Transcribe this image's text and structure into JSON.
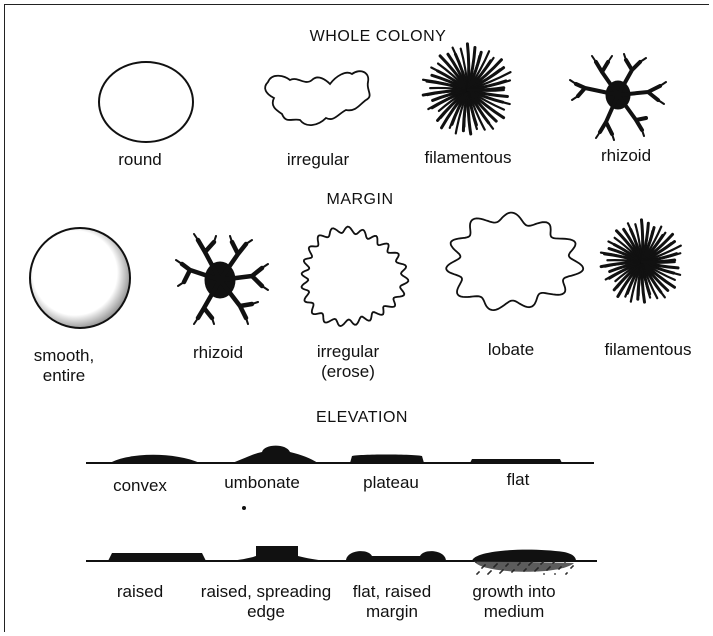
{
  "sections": {
    "whole_colony": {
      "title": "WHOLE COLONY",
      "items": [
        "round",
        "irregular",
        "filamentous",
        "rhizoid"
      ]
    },
    "margin": {
      "title": "MARGIN",
      "items": [
        "smooth, entire",
        "rhizoid",
        "irregular (erose)",
        "lobate",
        "filamentous"
      ]
    },
    "elevation": {
      "title": "ELEVATION",
      "row1": [
        "convex",
        "umbonate",
        "plateau",
        "flat"
      ],
      "row2": [
        "raised",
        "raised, spreading edge",
        "flat, raised margin",
        "growth into medium"
      ]
    }
  }
}
